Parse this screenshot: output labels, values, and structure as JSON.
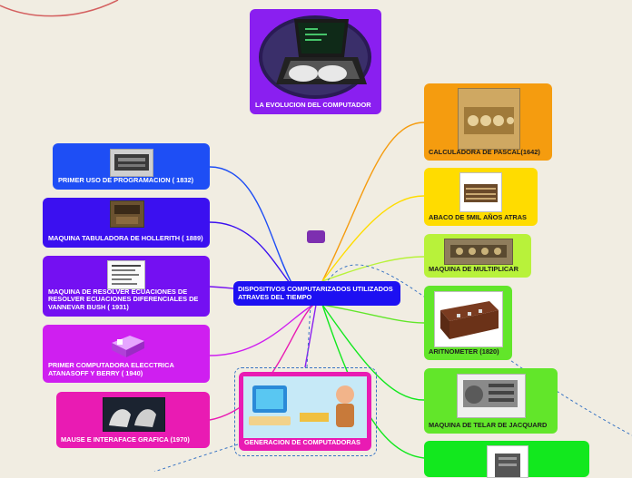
{
  "colors": {
    "background": "#f1ede2",
    "center": "#1d10f2",
    "blue": "#1e4ef5",
    "indigo": "#3b10f0",
    "violet": "#7410f2",
    "magenta": "#cf1ff0",
    "pink": "#e91bb3",
    "title": "#8a1ff0",
    "orange": "#f59c0f",
    "yellow": "#ffdc00",
    "lime": "#b8f23a",
    "green": "#62e62a",
    "bright_green": "#12e81e",
    "dashed": "#3a75c4"
  },
  "title_node": {
    "label": "LA EVOLUCION DEL COMPUTADOR"
  },
  "center_node": {
    "label": "DISPOSITIVOS COMPUTARIZADOS UTILIZADOS ATRAVES DEL TIEMPO"
  },
  "left_nodes": [
    {
      "label": "PRIMER USO DE PROGRAMACION ( 1832)"
    },
    {
      "label": "MAQUINA TABULADORA DE HOLLERITH ( 1889)"
    },
    {
      "label": "MAQUINA DE RESOLVER ECUACIONES DE RESOLVER ECUACIONES DIFERENCIALES DE VANNEVAR BUSH ( 1931)"
    },
    {
      "label": "PRIMER COMPUTADORA ELECCTRICA ATANASOFF Y BERRY ( 1940)"
    },
    {
      "label": "MAUSE E INTERAFACE  GRAFICA (1970)"
    }
  ],
  "right_nodes": [
    {
      "label": "CALCULADORA DE PASCAL(1642)"
    },
    {
      "label": "ABACO DE 5MIL AÑOS ATRAS"
    },
    {
      "label": "MAQUINA DE MULTIPLICAR"
    },
    {
      "label": "ARITNOMETER (1820)"
    },
    {
      "label": "MAQUINA DE TELAR DE JACQUARD"
    }
  ],
  "bottom_node": {
    "label": "GENERACION DE COMPUTADORAS"
  },
  "icons": {
    "title": "laptop-typing-hands-image",
    "calculator": "pascal-calculator-image",
    "abacus": "abacus-image",
    "multiplier": "multiplying-machine-image",
    "arithmometer": "arithmometer-image",
    "loom": "jacquard-loom-image",
    "bottom": "caveman-computer-cartoon",
    "programming": "analytical-engine-photo",
    "hollerith": "tabulator-photo",
    "bush": "document-scan-image",
    "atanasoff": "abc-computer-image",
    "mouse": "mouse-interface-image",
    "partial": "machine-photo"
  }
}
